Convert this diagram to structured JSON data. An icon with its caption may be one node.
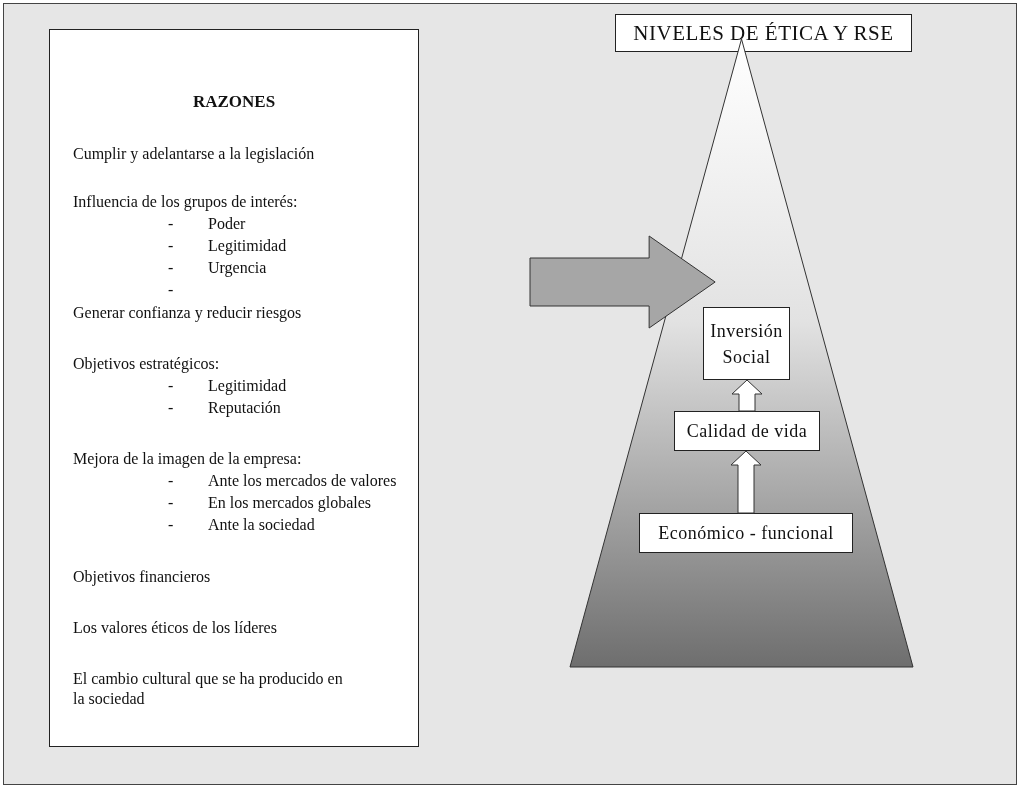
{
  "diagram": {
    "nodes": [
      {
        "text": [
          "RAZONES",
          "Cumplir y adelantarse a la legislación",
          "Influencia de los grupos de interés:",
          "-\tPoder",
          "-\tLegitimidad",
          "-\tUrgencia",
          "-",
          "Generar confianza y reducir riesgos",
          "Objetivos estratégicos:",
          "-\tLegitimidad",
          "-\tReputación",
          "Mejora de la imagen de la empresa:",
          "-\tAnte los mercados de valores",
          "-\tEn los mercados globales",
          "-\tAnte la sociedad",
          "Objetivos financieros",
          "Los valores éticos de los líderes",
          "El cambio cultural que se ha producido en la sociedad"
        ]
      },
      {
        "text": [
          "NIVELES DE ÉTICA Y RSE"
        ]
      },
      {
        "text": [],
        "shape": "triangle"
      },
      {
        "text": [
          "Inversión Social"
        ],
        "in": 2
      },
      {
        "text": [
          "Calidad de vida"
        ],
        "in": 2
      },
      {
        "text": [
          "Económico - funcional"
        ],
        "in": 2
      }
    ],
    "edges": [
      {
        "from": 0,
        "to": 2,
        "arrow": "to",
        "color": "#a6a6a6"
      },
      {
        "from": 5,
        "to": 4,
        "arrow": "to"
      },
      {
        "from": 4,
        "to": 3,
        "arrow": "to"
      }
    ]
  }
}
